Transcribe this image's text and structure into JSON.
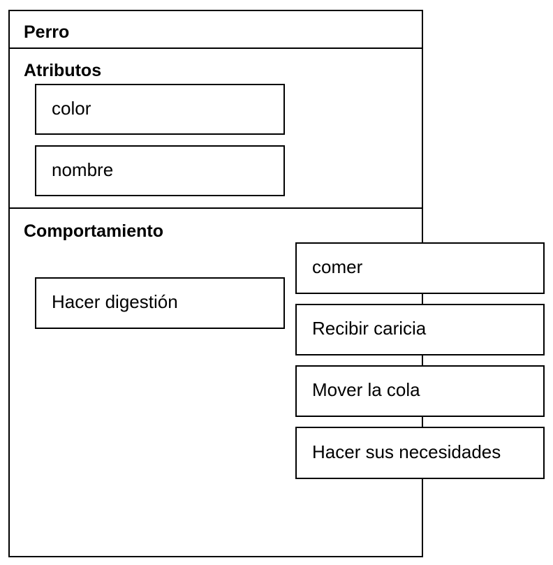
{
  "class_name": "Perro",
  "attributes": {
    "title": "Atributos",
    "items": [
      "color",
      "nombre"
    ]
  },
  "behavior": {
    "title": "Comportamiento",
    "internal": [
      "Hacer digestión"
    ],
    "external": [
      "comer",
      "Recibir caricia",
      "Mover la cola",
      "Hacer sus necesidades"
    ]
  }
}
